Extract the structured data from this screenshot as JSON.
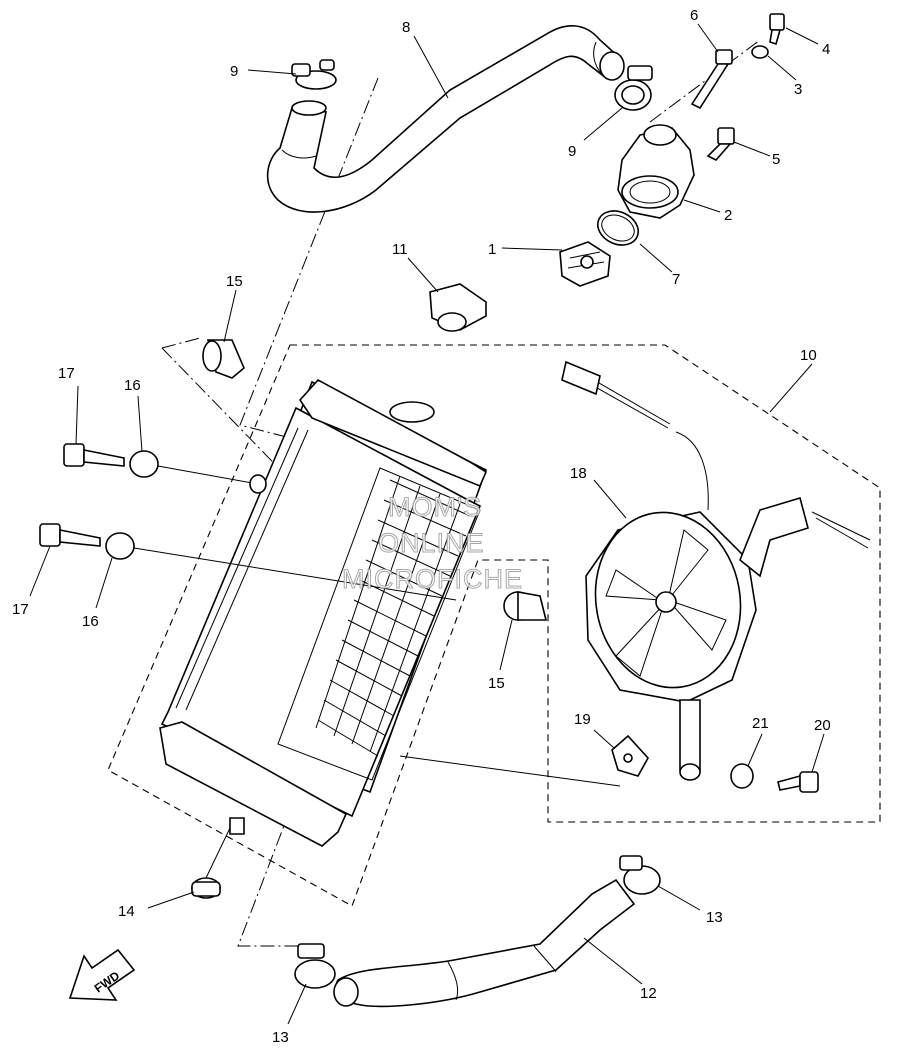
{
  "callouts": {
    "c1": "1",
    "c2": "2",
    "c3": "3",
    "c4": "4",
    "c5": "5",
    "c6": "6",
    "c7": "7",
    "c8": "8",
    "c9a": "9",
    "c9b": "9",
    "c10": "10",
    "c11": "11",
    "c12": "12",
    "c13a": "13",
    "c13b": "13",
    "c14": "14",
    "c15a": "15",
    "c15b": "15",
    "c16a": "16",
    "c16b": "16",
    "c17a": "17",
    "c17b": "17",
    "c18": "18",
    "c19": "19",
    "c20": "20",
    "c21": "21"
  },
  "watermark": {
    "line1": "MOM'S",
    "line2": "ONLINE",
    "line3": "MICROFICHE"
  },
  "fwd_label": "FWD"
}
